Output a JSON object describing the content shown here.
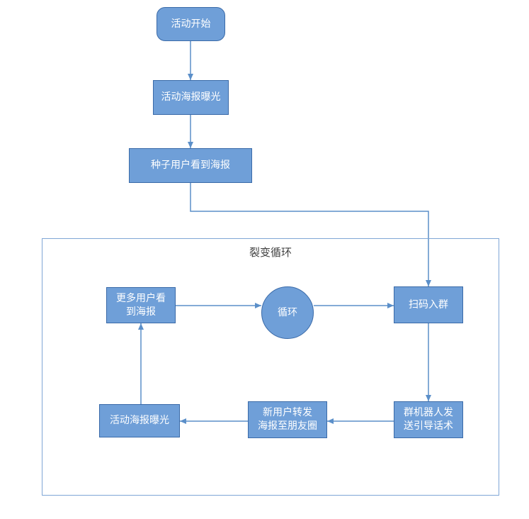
{
  "nodes": {
    "start": "活动开始",
    "exposure_top": "活动海报曝光",
    "seed_users": "种子用户看到海报",
    "more_users": "更多用户看\n到海报",
    "loop": "循环",
    "scan_join": "扫码入群",
    "bot_message": "群机器人发\n送引导话术",
    "new_users_share": "新用户转发\n海报至朋友圈",
    "exposure_bottom": "活动海报曝光"
  },
  "frame": {
    "title": "裂变循环"
  },
  "colors": {
    "node_fill": "#6f9fd8",
    "node_border": "#3a6aa8",
    "edge": "#5b8fc9",
    "frame_border": "#7fa6d6"
  }
}
